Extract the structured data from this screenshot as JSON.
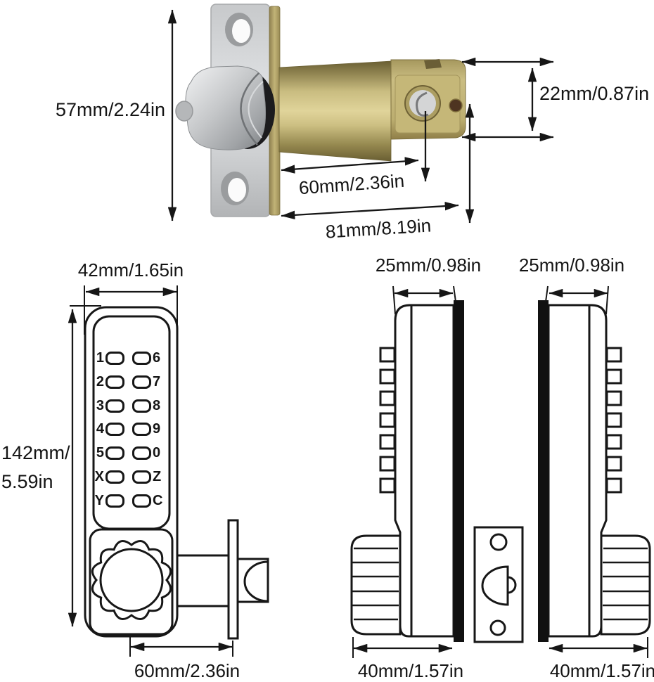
{
  "dimensions": {
    "latch_plate_height": "57mm/2.24in",
    "cap_height": "22mm/0.87in",
    "backset": "60mm/2.36in",
    "overall_length": "81mm/8.19in",
    "body_width": "42mm/1.65in",
    "body_height_line1": "142mm/",
    "body_height_line2": "5.59in",
    "side_depth_left": "25mm/0.98in",
    "side_depth_right": "25mm/0.98in",
    "knob_offset_bottom": "60mm/2.36in",
    "side_total_left": "40mm/1.57in",
    "side_total_right": "40mm/1.57in"
  },
  "keypad": {
    "rows": [
      {
        "left": "1",
        "right": "6"
      },
      {
        "left": "2",
        "right": "7"
      },
      {
        "left": "3",
        "right": "8"
      },
      {
        "left": "4",
        "right": "9"
      },
      {
        "left": "5",
        "right": "0"
      },
      {
        "left": "X",
        "right": "Z"
      },
      {
        "left": "Y",
        "right": "C"
      }
    ]
  },
  "colors": {
    "line": "#171717",
    "arrow": "#161616",
    "brass": "#c9bc80",
    "silver": "#cdd0d2",
    "black_fill": "#111111"
  }
}
